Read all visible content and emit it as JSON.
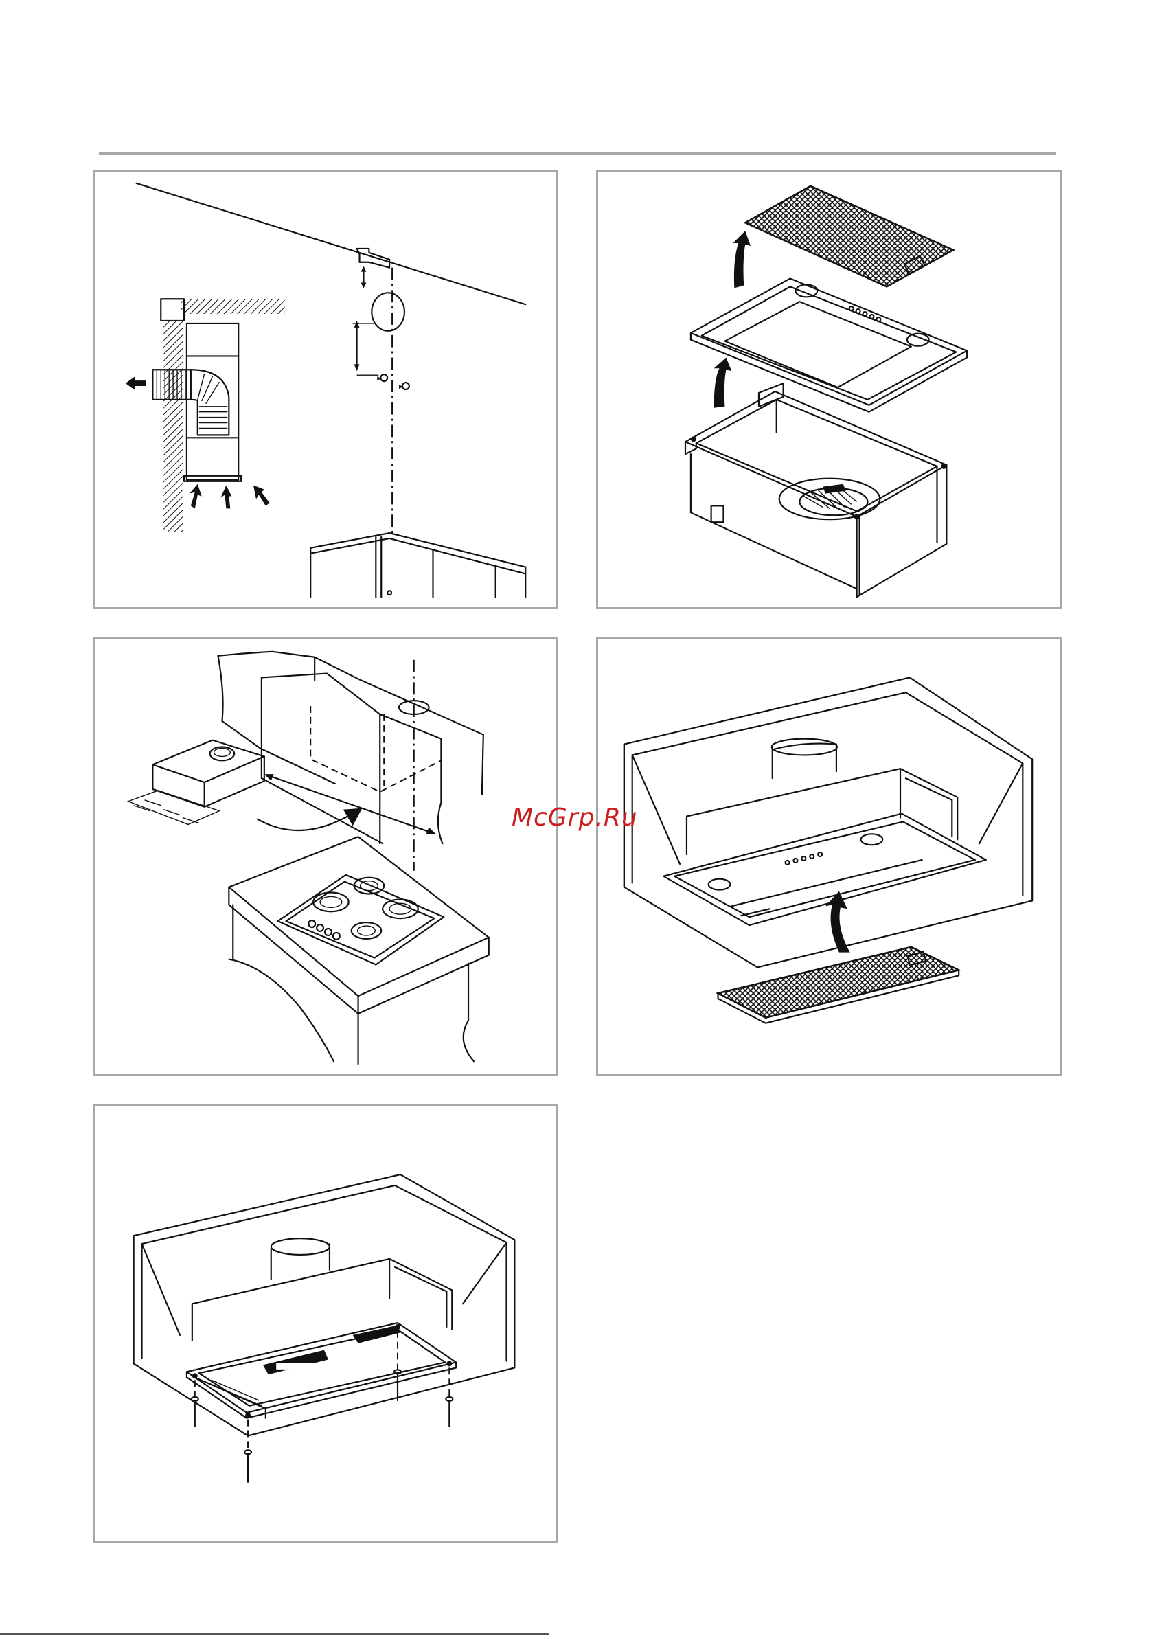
{
  "document": {
    "watermark_text": "McGrp.Ru",
    "panels": [
      {
        "id": "p1",
        "name": "ducting-and-mounting-bracket-diagram"
      },
      {
        "id": "p2",
        "name": "exploded-hood-filter-diagram"
      },
      {
        "id": "p3",
        "name": "cabinet-installation-over-hob-diagram"
      },
      {
        "id": "p4",
        "name": "filter-insertion-diagram"
      },
      {
        "id": "p5",
        "name": "screw-fixing-diagram"
      }
    ],
    "colors": {
      "frame": "#a8a8a8",
      "rule": "#a6a6a6",
      "line": "#111111",
      "watermark": "#cc1f1f"
    }
  }
}
